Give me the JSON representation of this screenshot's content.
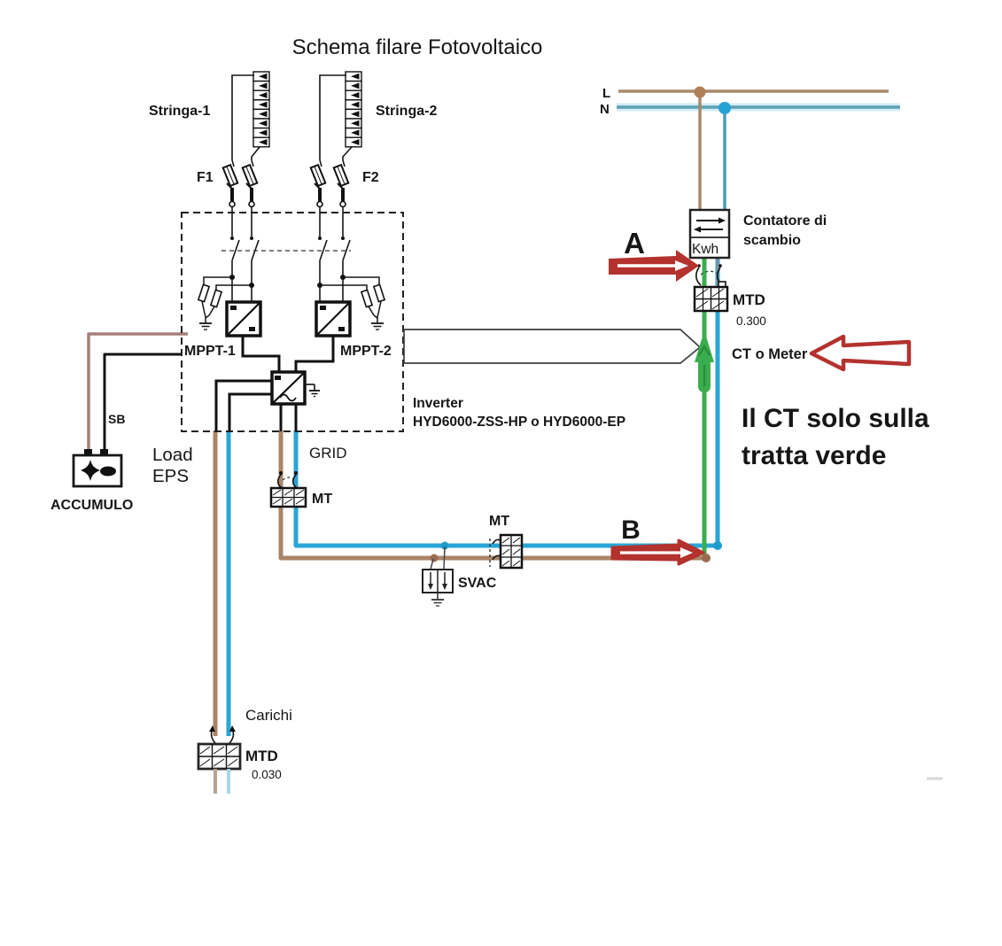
{
  "diagram": {
    "title": "Schema filare Fotovoltaico",
    "strings": {
      "string1_label": "Stringa-1",
      "string2_label": "Stringa-2",
      "fuse1_label": "F1",
      "fuse2_label": "F2"
    },
    "inverter": {
      "mppt1_label": "MPPT-1",
      "mppt2_label": "MPPT-2",
      "name": "Inverter",
      "model": "HYD6000-ZSS-HP o HYD6000-EP"
    },
    "battery": {
      "label": "ACCUMULO",
      "wire_label": "SB"
    },
    "outputs": {
      "load_line1": "Load",
      "load_line2": "EPS",
      "grid_label": "GRID",
      "loads_label": "Carichi"
    },
    "breakers": {
      "mt_grid_label": "MT",
      "mt_run_label": "MT",
      "svac_label": "SVAC",
      "mtd_load_label": "MTD",
      "mtd_load_rating": "0.030",
      "mtd_meter_label": "MTD",
      "mtd_meter_rating": "0.300"
    },
    "meter": {
      "line_l_label": "L",
      "line_n_label": "N",
      "kwh_label": "Kwh",
      "name_line1": "Contatore di",
      "name_line2": "scambio"
    },
    "ct": {
      "label": "CT o Meter",
      "marker_a": "A",
      "marker_b": "B",
      "note_line1": "Il CT solo sulla",
      "note_line2": "tratta verde"
    },
    "colors": {
      "wire_brown": "#ab8468",
      "wire_blue": "#29a5d6",
      "wire_green": "#3aae4e",
      "rail_l": "#a8896c",
      "rail_n": "#5d9fb7",
      "meter_drop_blue": "#4d9cba",
      "pre_mtd_blue": "#7793a3",
      "battery_wire": "#a5807b",
      "load_stub_brown": "#b3a396",
      "load_stub_blue": "#a6d7ea",
      "annotation_red": "#b3322e",
      "note_red": "#c4302b"
    }
  }
}
